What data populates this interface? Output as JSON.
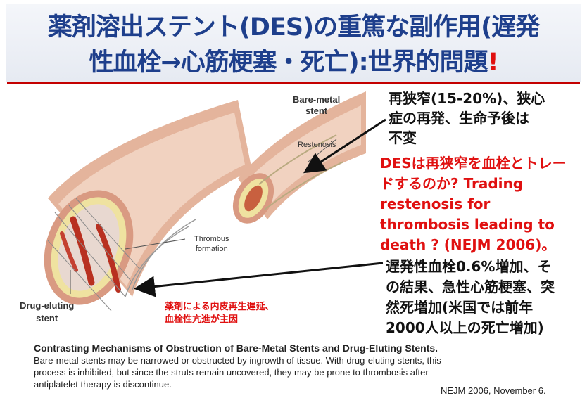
{
  "title": {
    "line1": "薬剤溶出ステント(DES)の重篤な副作用(遅発",
    "line2_main": "性血栓→心筋梗塞・死亡):世界的問題",
    "line2_mark": "!"
  },
  "figure": {
    "bare_metal_label_1": "Bare-metal",
    "bare_metal_label_2": "stent",
    "restenosis_label": "Restenosis",
    "thrombus_label_1": "Thrombus",
    "thrombus_label_2": "formation",
    "drug_eluting_label_1": "Drug-eluting",
    "drug_eluting_label_2": "stent",
    "red_note_1": "薬剤による内皮再生遅延、",
    "red_note_2": "血栓性亢進が主因"
  },
  "right_panel": {
    "block1": [
      "再狭窄(15-20%)、狭心",
      "症の再発、生命予後は",
      "不変"
    ],
    "block2": [
      "DESは再狭窄を血栓とトレー",
      "ドするのか?  Trading",
      "restenosis for",
      "thrombosis leading to",
      "death ? (NEJM 2006)。"
    ],
    "block3": [
      "遅発性血栓0.6%増加、そ",
      "の結果、急性心筋梗塞、突",
      "然死増加(米国では前年",
      "2000人以上の死亡増加)"
    ]
  },
  "caption": {
    "title": "Contrasting Mechanisms of Obstruction of Bare-Metal Stents and Drug-Eluting Stents.",
    "body_1": "Bare-metal stents may be narrowed or obstructed by ingrowth of tissue. With drug-eluting stents, this",
    "body_2": "process is inhibited, but since the struts remain uncovered, they may be prone to thrombosis after",
    "body_3": "antiplatelet therapy is discontinue.",
    "source": "NEJM 2006, November 6."
  },
  "colors": {
    "title_blue": "#1e3f8c",
    "accent_red": "#e01010",
    "rule_red": "#c40000",
    "vessel_pink": "#e8b8a2",
    "tissue_yellow": "#efe2a0"
  }
}
